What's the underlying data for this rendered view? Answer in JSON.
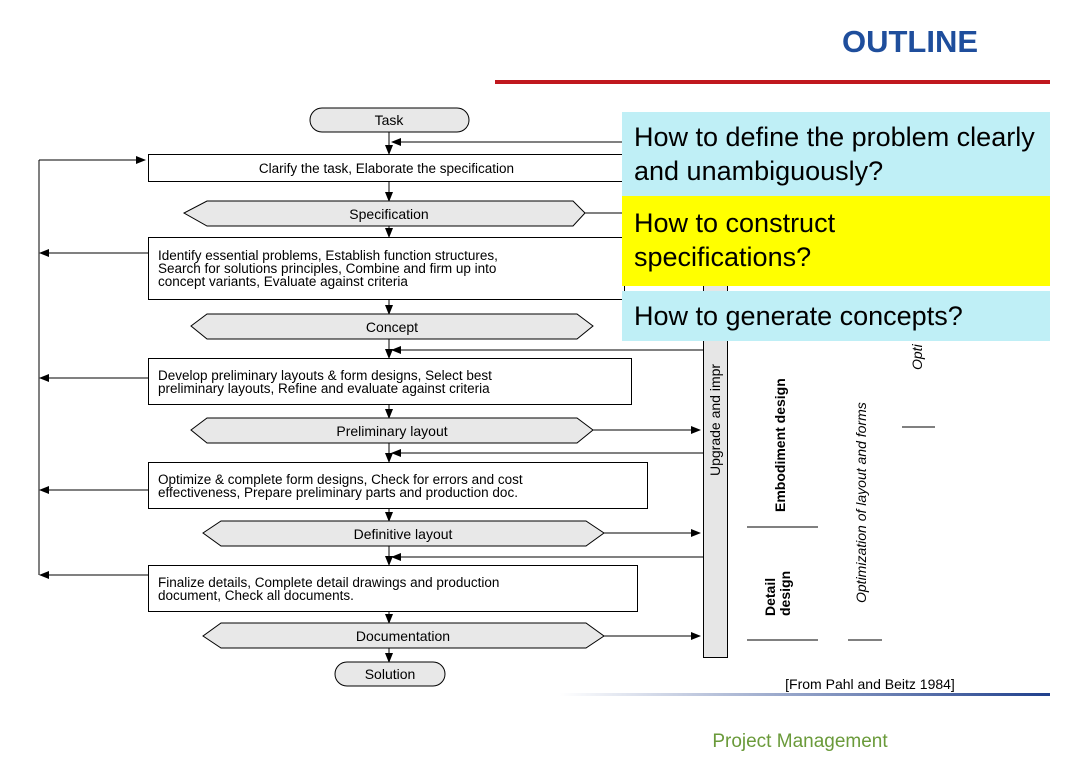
{
  "header": {
    "title": "OUTLINE"
  },
  "footer": {
    "text": "Project Management"
  },
  "source": "[From Pahl and Beitz 1984]",
  "flow": {
    "task": "Task",
    "clarify": "Clarify the task, Elaborate the specification",
    "specification": "Specification",
    "identify": [
      "Identify essential problems, Establish function structures,",
      "Search for solutions principles, Combine and firm up into",
      "concept variants, Evaluate against criteria"
    ],
    "concept": "Concept",
    "develop": [
      "Develop preliminary layouts & form designs, Select best",
      "preliminary layouts, Refine and evaluate against criteria"
    ],
    "preliminary_layout": "Preliminary layout",
    "optimize": [
      "Optimize & complete form designs, Check for errors and cost",
      "effectiveness, Prepare preliminary parts and production doc."
    ],
    "definitive_layout": "Definitive layout",
    "finalize": [
      "Finalize details, Complete detail drawings and production",
      "document, Check all documents."
    ],
    "documentation": "Documentation",
    "solution": "Solution"
  },
  "side_labels": {
    "upgrade": "Upgrade and impr",
    "embodiment": "Embodiment design",
    "detail_design": "Detail design",
    "optimization_layout": "Optimization of layout and forms",
    "opti": "Opti"
  },
  "questions": [
    "How to define the problem clearly and unambiguously?",
    "How to construct specifications?",
    "How to generate concepts?"
  ],
  "colors": {
    "title": "#1f4e9c",
    "rule": "#c0181e",
    "footer": "#6a9a3a",
    "question_cyan": "#bfeff6",
    "question_yellow": "#ffff00"
  }
}
